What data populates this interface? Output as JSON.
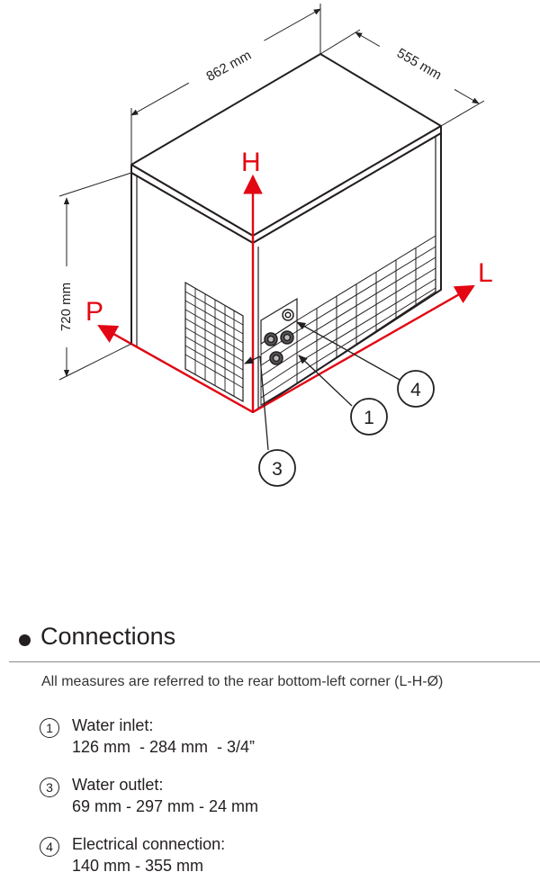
{
  "diagram": {
    "dimensions": {
      "width": "862 mm",
      "depth": "555 mm",
      "height": "720 mm"
    },
    "axes": {
      "h": "H",
      "l": "L",
      "p": "P"
    },
    "callouts": [
      "1",
      "3",
      "4"
    ],
    "colors": {
      "axis": "#e30613",
      "outline": "#231f20"
    }
  },
  "connections": {
    "title": "Connections",
    "intro": "All measures are referred to the rear bottom-left corner (L-H-Ø)",
    "items": [
      {
        "number": "1",
        "label": "Water inlet:",
        "values": "126 mm  - 284 mm  - 3/4”"
      },
      {
        "number": "3",
        "label": "Water outlet:",
        "values": "69 mm - 297 mm - 24 mm"
      },
      {
        "number": "4",
        "label": "Electrical connection:",
        "values": "140 mm - 355 mm"
      }
    ]
  }
}
